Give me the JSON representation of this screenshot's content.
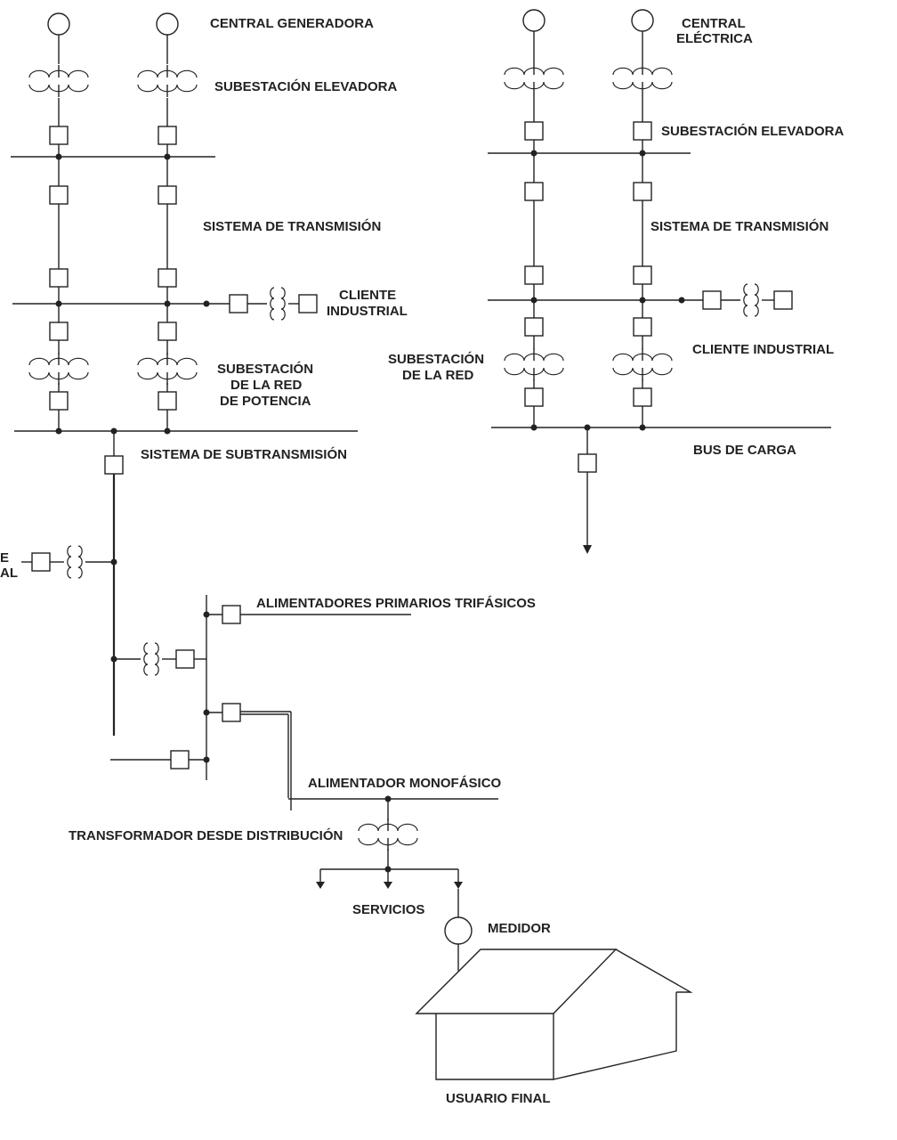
{
  "labels": {
    "central_generadora": "CENTRAL GENERADORA",
    "central_electrica_1": "CENTRAL",
    "central_electrica_2": "ELÉCTRICA",
    "subestacion_elevadora_left": "SUBESTACIÓN ELEVADORA",
    "subestacion_elevadora_right": "SUBESTACIÓN ELEVADORA",
    "sistema_transmision_left": "SISTEMA DE TRANSMISIÓN",
    "sistema_transmision_right": "SISTEMA DE TRANSMISIÓN",
    "cliente_industrial_1": "CLIENTE",
    "cliente_industrial_2": "INDUSTRIAL",
    "cliente_industrial_right": "CLIENTE INDUSTRIAL",
    "subestacion_red_1": "SUBESTACIÓN",
    "subestacion_red_2": "DE LA RED",
    "subestacion_red_3": "DE POTENCIA",
    "subestacion_red_right_1": "SUBESTACIÓN",
    "subestacion_red_right_2": "DE LA RED",
    "sistema_subtransmision": "SISTEMA DE SUBTRANSMISIÓN",
    "bus_de_carga": "BUS DE CARGA",
    "cliente_cut_1": "E",
    "cliente_cut_2": "AL",
    "alimentadores_primarios": "ALIMENTADORES PRIMARIOS TRIFÁSICOS",
    "alimentador_monofasico": "ALIMENTADOR MONOFÁSICO",
    "transformador_distribucion": "TRANSFORMADOR DESDE DISTRIBUCIÓN",
    "servicios": "SERVICIOS",
    "medidor": "MEDIDOR",
    "usuario_final": "USUARIO FINAL"
  },
  "colors": {
    "line": "#222222",
    "background": "#ffffff"
  }
}
